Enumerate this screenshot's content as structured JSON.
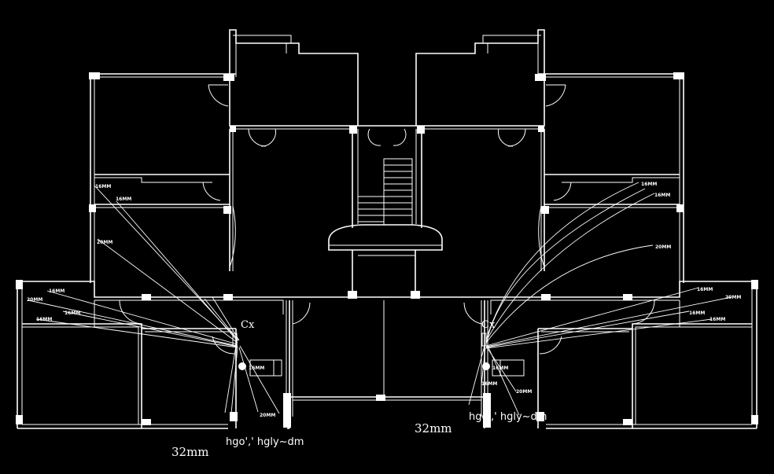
{
  "colors": {
    "background": "#000000",
    "lines": "#ffffff"
  },
  "panels": [
    {
      "id": "left",
      "symbol": "Cx"
    },
    {
      "id": "right",
      "symbol": "Cx"
    }
  ],
  "annotations": {
    "left_caption": "hgo',' hgly~dm",
    "right_caption": "hgo',' hgly~dm",
    "dim_left": "32mm",
    "dim_right": "32mm"
  },
  "wire_labels": {
    "left": [
      "16MM",
      "16MM",
      "20MM",
      "16MM",
      "20MM",
      "16MM",
      "16MM",
      "16MM",
      "20MM"
    ],
    "right": [
      "16MM",
      "16MM",
      "20MM",
      "16MM",
      "20MM",
      "16MM",
      "16MM",
      "16MM",
      "16MM",
      "20MM"
    ]
  }
}
